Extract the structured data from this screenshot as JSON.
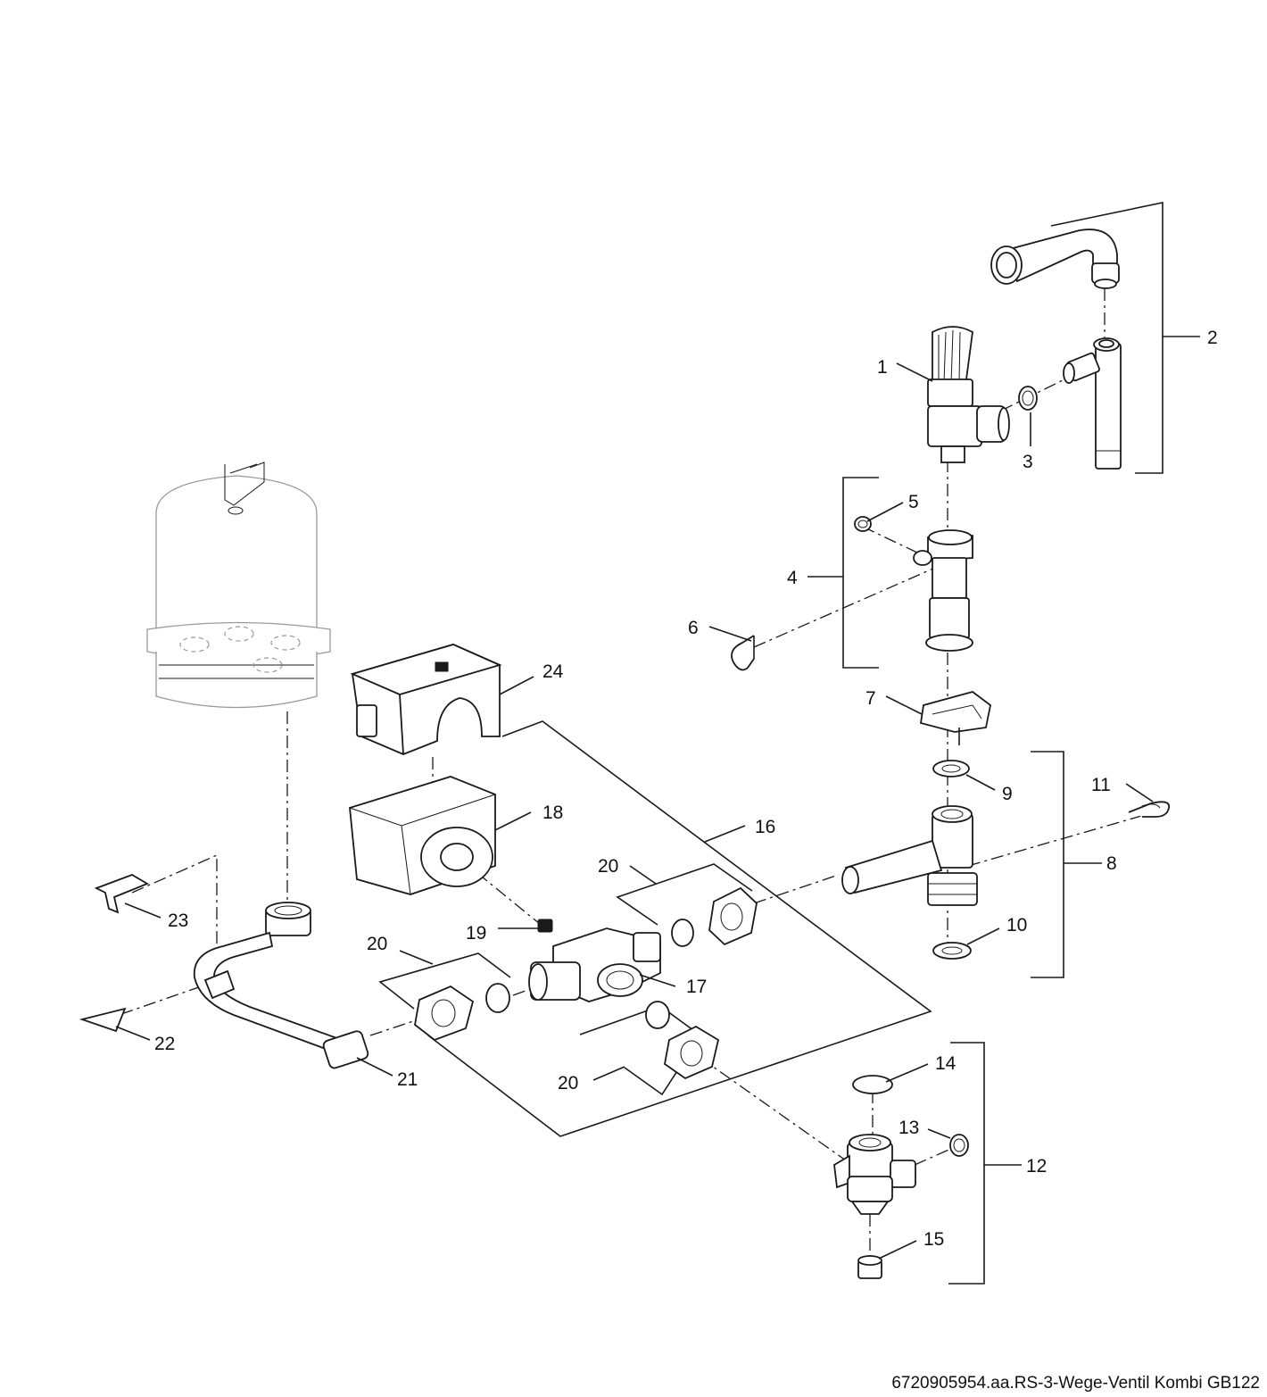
{
  "caption": "6720905954.aa.RS-3-Wege-Ventil Kombi GB122",
  "callouts": [
    {
      "id": "c1",
      "text": "1"
    },
    {
      "id": "c2",
      "text": "2"
    },
    {
      "id": "c3",
      "text": "3"
    },
    {
      "id": "c4",
      "text": "4"
    },
    {
      "id": "c5",
      "text": "5"
    },
    {
      "id": "c6",
      "text": "6"
    },
    {
      "id": "c7",
      "text": "7"
    },
    {
      "id": "c8",
      "text": "8"
    },
    {
      "id": "c9",
      "text": "9"
    },
    {
      "id": "c10",
      "text": "10"
    },
    {
      "id": "c11",
      "text": "11"
    },
    {
      "id": "c12",
      "text": "12"
    },
    {
      "id": "c13",
      "text": "13"
    },
    {
      "id": "c14",
      "text": "14"
    },
    {
      "id": "c15",
      "text": "15"
    },
    {
      "id": "c16",
      "text": "16"
    },
    {
      "id": "c17",
      "text": "17"
    },
    {
      "id": "c18",
      "text": "18"
    },
    {
      "id": "c19",
      "text": "19"
    },
    {
      "id": "c20a",
      "text": "20"
    },
    {
      "id": "c20b",
      "text": "20"
    },
    {
      "id": "c20c",
      "text": "20"
    },
    {
      "id": "c21",
      "text": "21"
    },
    {
      "id": "c22",
      "text": "22"
    },
    {
      "id": "c23",
      "text": "23"
    },
    {
      "id": "c24",
      "text": "24"
    }
  ]
}
